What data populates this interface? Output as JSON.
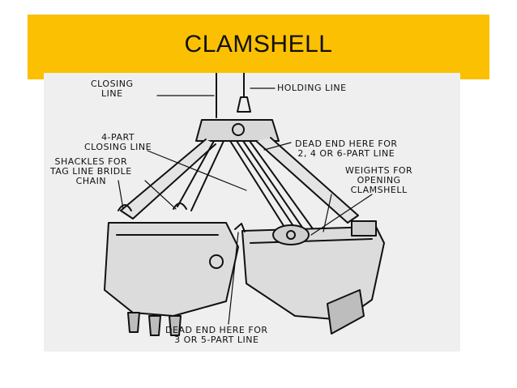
{
  "slide": {
    "title": "CLAMSHELL",
    "accent_color": "#fbc002"
  },
  "diagram": {
    "labels": {
      "closing_line_1": "CLOSING",
      "closing_line_2": "LINE",
      "holding_line": "HOLDING LINE",
      "four_part_1": "4-PART",
      "four_part_2": "CLOSING LINE",
      "shackles_1": "SHACKLES FOR",
      "shackles_2": "TAG LINE BRIDLE",
      "shackles_3": "CHAIN",
      "dead_end_top_1": "DEAD END HERE FOR",
      "dead_end_top_2": "2, 4 OR 6-PART LINE",
      "weights_1": "WEIGHTS FOR",
      "weights_2": "OPENING",
      "weights_3": "CLAMSHELL",
      "dead_end_bottom_1": "DEAD END HERE FOR",
      "dead_end_bottom_2": "3 OR 5-PART LINE"
    }
  }
}
